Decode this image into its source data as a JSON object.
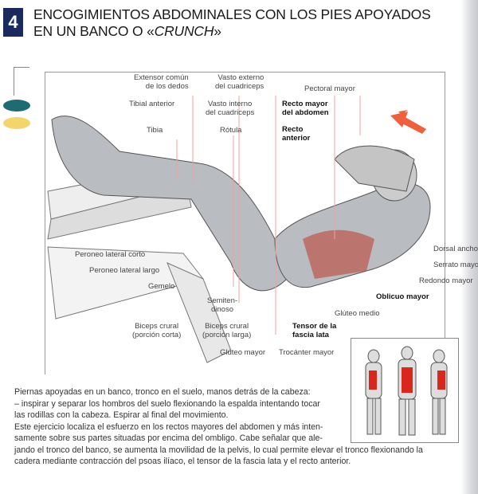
{
  "header": {
    "number": "4",
    "title_line1": "ENCOGIMIENTOS ABDOMINALES CON LOS PIES APOYADOS",
    "title_line2_prefix": "EN UN BANCO O «",
    "title_line2_italic": "CRUNCH",
    "title_line2_suffix": "»"
  },
  "colors": {
    "number_box": "#1b2a5e",
    "tab_teal": "#1f6b74",
    "tab_yellow": "#f3d56a",
    "muscle_red": "#d8281e",
    "arrow": "#f0603c"
  },
  "labels": {
    "extensor": "Extensor común\nde los dedos",
    "vasto_externo": "Vasto externo\ndel cuadriceps",
    "pectoral": "Pectoral mayor",
    "tibial": "Tibial anterior",
    "vasto_interno": "Vasto interno\ndel cuadriceps",
    "recto_mayor": "Recto mayor\ndel abdomen",
    "tibia": "Tibia",
    "rotula": "Rótula",
    "recto_anterior": "Recto\nanterior",
    "peroneo_corto": "Peroneo lateral corto",
    "peroneo_largo": "Peroneo lateral largo",
    "gemelo": "Gemelo",
    "semitendinoso": "Semiten-\ndinoso",
    "biceps_corta": "Biceps crural\n(porción corta)",
    "biceps_larga": "Biceps crural\n(porción larga)",
    "tensor": "Tensor de la\nfascia lata",
    "gluteo_mayor": "Glúteo mayor",
    "trocanter": "Trocánter mayor",
    "gluteo_medio": "Glúteo medio",
    "oblicuo": "Oblicuo mayor",
    "redondo": "Redondo mayor",
    "serrato": "Serrato mayor",
    "dorsal": "Dorsal ancho"
  },
  "body": {
    "lines": [
      "Piernas apoyadas en un banco, tronco en el suelo, manos detrás de la cabeza:",
      "–  inspirar y separar los hombros del suelo flexionando la espalda intentando tocar",
      "las rodillas con la cabeza. Espirar al final del movimiento.",
      "Este ejercicio localiza el esfuerzo en los rectos mayores del abdomen y más inten-",
      "samente sobre sus partes situadas por encima del ombligo. Cabe señalar que ale-",
      "jando el tronco del banco, se aumenta la movilidad de la pelvis, lo cual permite elevar el tronco flexionando la",
      "cadera mediante contracción del psoas ilíaco, el tensor de la fascia lata y el recto anterior."
    ]
  }
}
